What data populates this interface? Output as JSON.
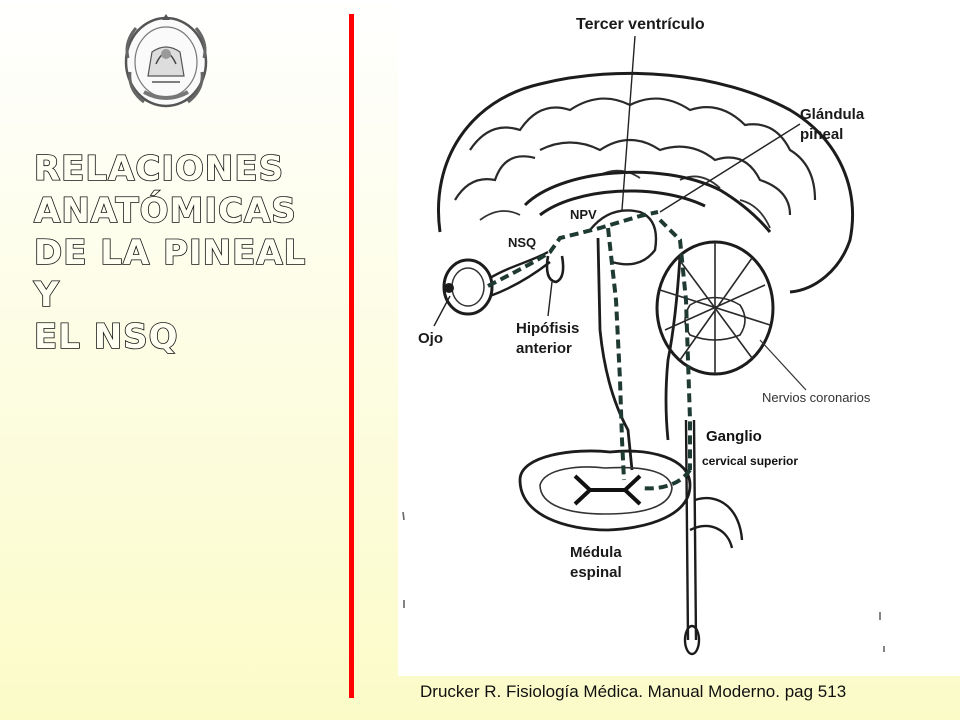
{
  "title_lines": [
    "Relaciones",
    "anatómicas",
    "de la pineal y",
    "el NSQ"
  ],
  "diagram": {
    "labels": {
      "tercer_ventriculo": "Tercer ventrículo",
      "glandula": "Glándula",
      "pineal": "pineal",
      "npv": "NPV",
      "nsq": "NSQ",
      "ojo": "Ojo",
      "hipofisis": "Hipófisis",
      "anterior": "anterior",
      "nervios_coronarios": "Nervios coronarios",
      "ganglio": "Ganglio",
      "cervical_superior": "cervical superior",
      "medula": "Médula",
      "espinal": "espinal"
    }
  },
  "citation": "Drucker R. Fisiología Médica. Manual Moderno. pag 513",
  "colors": {
    "divider": "#ff0000",
    "pathway": "#1e3a33"
  },
  "icons": {
    "seal": "university-seal-icon"
  }
}
